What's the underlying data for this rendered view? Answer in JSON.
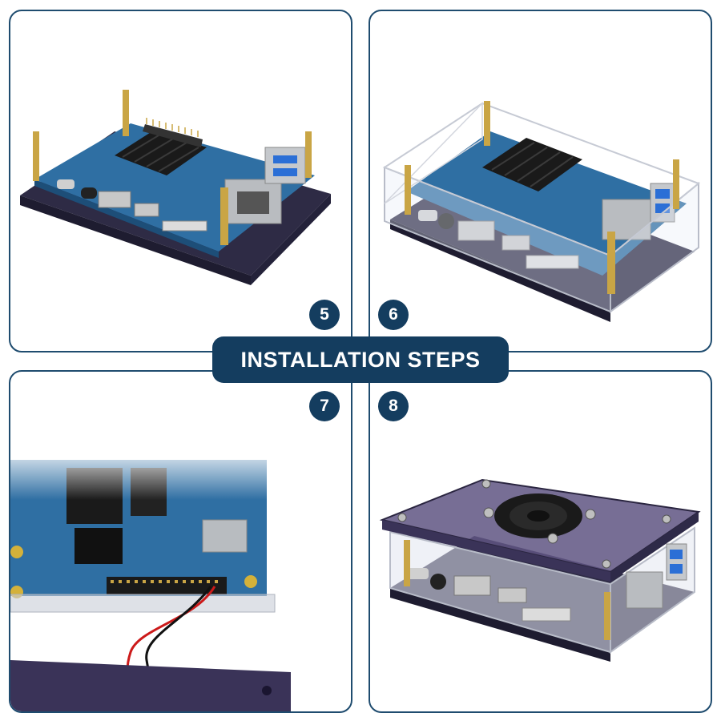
{
  "banner": {
    "title": "INSTALLATION STEPS"
  },
  "steps": [
    {
      "number": "5",
      "photo": "board-on-base-plate-with-standoffs"
    },
    {
      "number": "6",
      "photo": "board-inside-clear-acrylic-case-walls"
    },
    {
      "number": "7",
      "photo": "fan-cable-connected-to-gpio-header"
    },
    {
      "number": "8",
      "photo": "assembled-case-with-fan-lid"
    }
  ],
  "colors": {
    "brand": "#143d5f",
    "panel_border": "#1f4c6f",
    "pcb": "#2f6fa3",
    "acrylic_base": "#2e2b45",
    "brass": "#c9a545"
  }
}
